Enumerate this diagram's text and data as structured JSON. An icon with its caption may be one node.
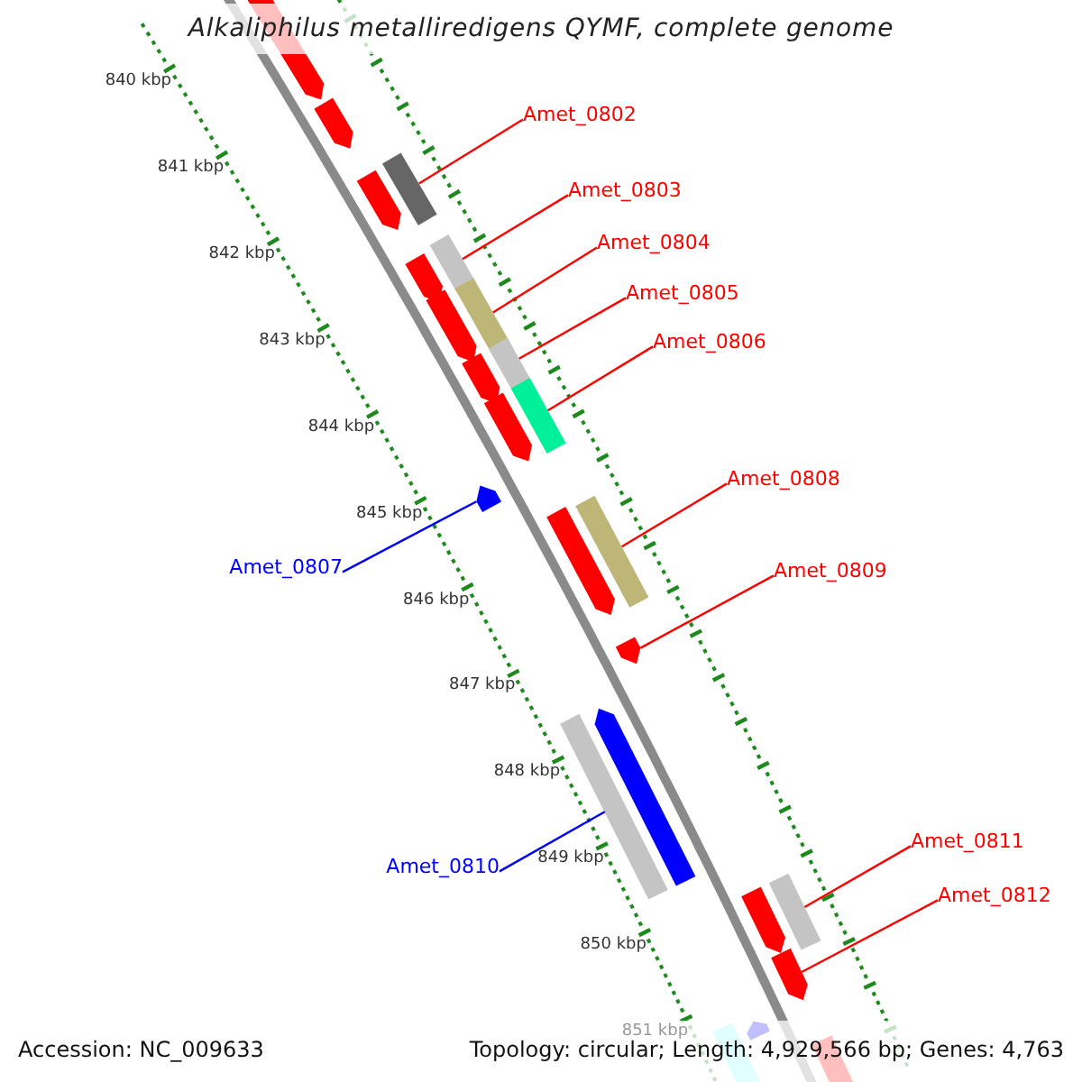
{
  "diagram": {
    "title": "Alkaliphilus metalliredigens QYMF, complete genome",
    "nodes": [
      {
        "text": [
          "Amet_0802"
        ]
      },
      {
        "text": [
          "Amet_0803"
        ]
      },
      {
        "text": [
          "Amet_0804"
        ]
      },
      {
        "text": [
          "Amet_0805"
        ]
      },
      {
        "text": [
          "Amet_0806"
        ]
      },
      {
        "text": [
          "Amet_0808"
        ]
      },
      {
        "text": [
          "Amet_0807"
        ]
      },
      {
        "text": [
          "Amet_0809"
        ]
      },
      {
        "text": [
          "Amet_0810"
        ]
      },
      {
        "text": [
          "Amet_0811"
        ]
      },
      {
        "text": [
          "Amet_0812"
        ]
      },
      {
        "text": [],
        "shape": "pentagon"
      },
      {
        "text": [],
        "shape": "pentagon"
      },
      {
        "text": [],
        "shape": "bar"
      },
      {
        "text": [],
        "shape": "pentagon"
      },
      {
        "text": [],
        "shape": "bar"
      },
      {
        "text": [],
        "shape": "pentagon"
      },
      {
        "text": [],
        "shape": "pentagon"
      },
      {
        "text": [],
        "shape": "bar"
      },
      {
        "text": [],
        "shape": "bar"
      },
      {
        "text": [],
        "shape": "pentagon"
      },
      {
        "text": [],
        "shape": "bar"
      },
      {
        "text": [],
        "shape": "pentagon"
      },
      {
        "text": [],
        "shape": "pentagon"
      },
      {
        "text": [],
        "shape": "pentagon"
      },
      {
        "text": [],
        "shape": "bar"
      },
      {
        "text": [],
        "shape": "pentagon"
      },
      {
        "text": [],
        "shape": "bar"
      },
      {
        "text": [],
        "shape": "pentagon"
      },
      {
        "text": [],
        "shape": "bar"
      },
      {
        "text": [],
        "shape": "pentagon"
      },
      {
        "text": [],
        "shape": "pentagon"
      },
      {
        "text": [],
        "shape": "bar"
      },
      {
        "text": [],
        "shape": "pentagon"
      },
      {
        "text": [],
        "shape": "pentagon"
      }
    ],
    "edges": [
      {
        "from": 0,
        "to": 13,
        "arrow": "none"
      },
      {
        "from": 1,
        "to": 15,
        "arrow": "none"
      },
      {
        "from": 2,
        "to": 18,
        "arrow": "none"
      },
      {
        "from": 3,
        "to": 19,
        "arrow": "none"
      },
      {
        "from": 4,
        "to": 21,
        "arrow": "none"
      },
      {
        "from": 5,
        "to": 25,
        "arrow": "none"
      },
      {
        "from": 6,
        "to": 23,
        "arrow": "none",
        "color": "#0000ff"
      },
      {
        "from": 7,
        "to": 26,
        "arrow": "none"
      },
      {
        "from": 8,
        "to": 27,
        "arrow": "none",
        "color": "#0000ff"
      },
      {
        "from": 9,
        "to": 29,
        "arrow": "none"
      },
      {
        "from": 10,
        "to": 31,
        "arrow": "none"
      }
    ],
    "labels": [
      "840 kbp",
      "841 kbp",
      "842 kbp",
      "843 kbp",
      "844 kbp",
      "845 kbp",
      "846 kbp",
      "847 kbp",
      "848 kbp",
      "849 kbp",
      "850 kbp",
      "851 kbp",
      "Accession: NC_009633",
      "Topology: circular; Length: 4,929,566 bp; Genes: 4,763"
    ]
  }
}
